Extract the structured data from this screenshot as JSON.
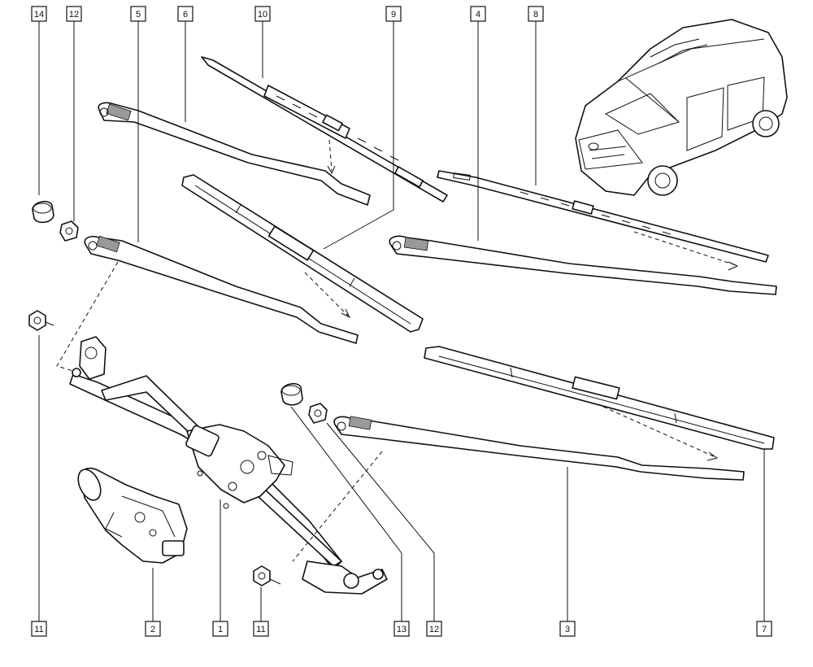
{
  "diagram": {
    "callouts_top": [
      {
        "id": "c14",
        "label": "14"
      },
      {
        "id": "c12",
        "label": "12"
      },
      {
        "id": "c5",
        "label": "5"
      },
      {
        "id": "c6",
        "label": "6"
      },
      {
        "id": "c10",
        "label": "10"
      },
      {
        "id": "c9",
        "label": "9"
      },
      {
        "id": "c4",
        "label": "4"
      },
      {
        "id": "c8",
        "label": "8"
      }
    ],
    "callouts_bottom": [
      {
        "id": "c11a",
        "label": "11"
      },
      {
        "id": "c2",
        "label": "2"
      },
      {
        "id": "c1",
        "label": "1"
      },
      {
        "id": "c11b",
        "label": "11"
      },
      {
        "id": "c13",
        "label": "13"
      },
      {
        "id": "c12b",
        "label": "12"
      },
      {
        "id": "c3",
        "label": "3"
      },
      {
        "id": "c7",
        "label": "7"
      }
    ]
  }
}
